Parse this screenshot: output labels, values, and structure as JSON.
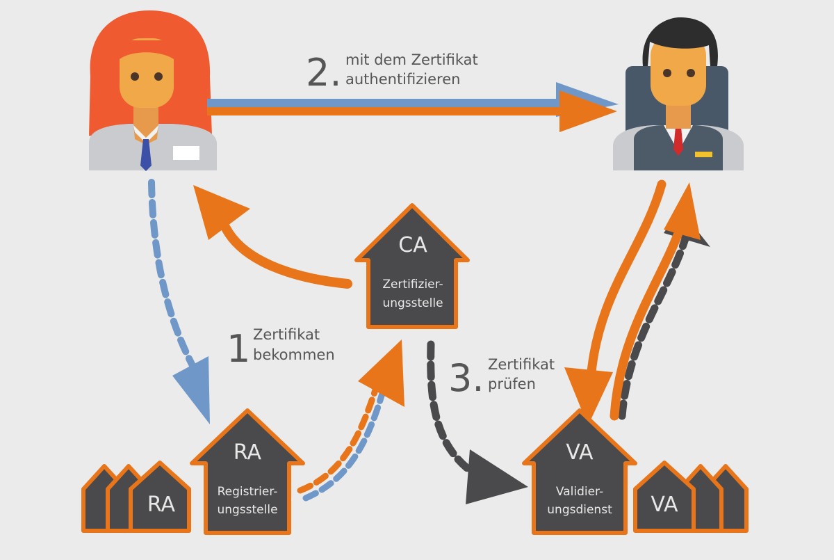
{
  "colors": {
    "background": "#ebebeb",
    "orange": "#e8751a",
    "blue": "#6f98c8",
    "dark": "#4a4a4c",
    "text": "#555555",
    "house_text": "#e8e8e8"
  },
  "steps": {
    "step1": {
      "number": "1",
      "line1": "Zertifikat",
      "line2": "bekommen"
    },
    "step2": {
      "number": "2.",
      "line1": "mit dem Zertifikat",
      "line2": "authentifizieren"
    },
    "step3": {
      "number": "3.",
      "line1": "Zertifikat",
      "line2": "prüfen"
    }
  },
  "houses": {
    "ca": {
      "abbr": "CA",
      "line1": "Zertifizier-",
      "line2": "ungsstelle"
    },
    "ra": {
      "abbr": "RA",
      "line1": "Registrier-",
      "line2": "ungsstelle"
    },
    "va": {
      "abbr": "VA",
      "line1": "Validier-",
      "line2": "ungsdienst"
    },
    "ra_small": {
      "abbr": "RA"
    },
    "va_small": {
      "abbr": "VA"
    }
  },
  "people": {
    "user": {
      "icon": "woman-user-icon"
    },
    "service": {
      "icon": "businessman-service-icon"
    }
  }
}
